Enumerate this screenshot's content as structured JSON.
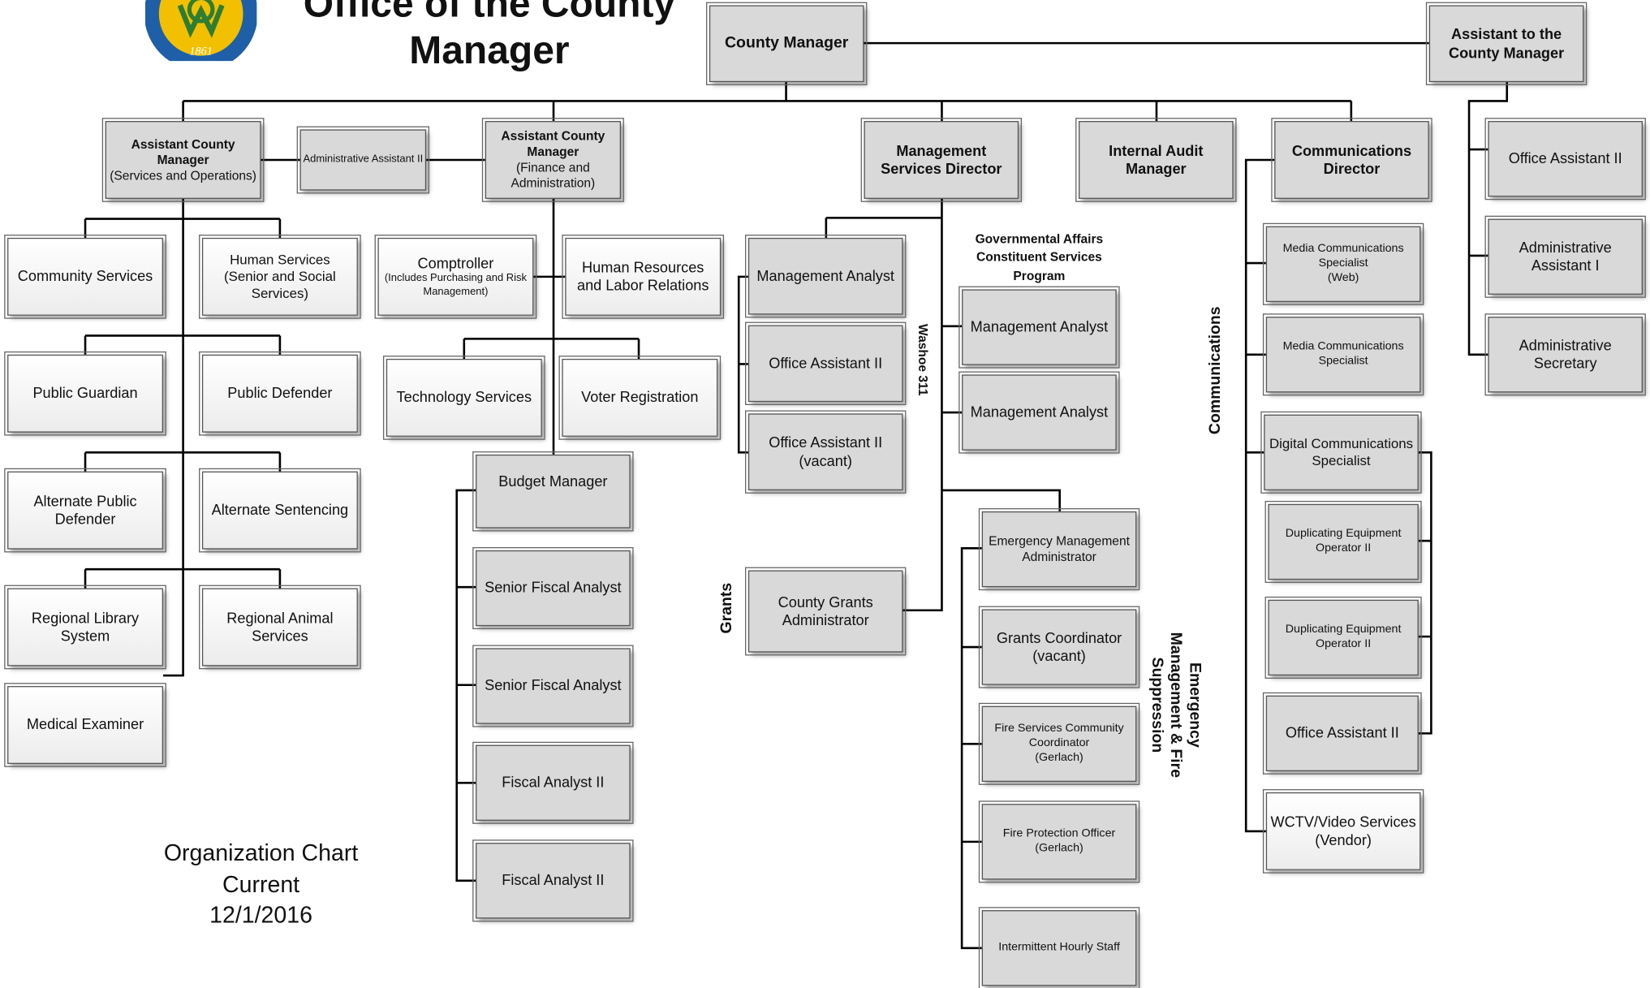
{
  "header": {
    "title": "Office of the County Manager",
    "seal_year": "1861"
  },
  "chart_data": {
    "type": "org-chart",
    "colors": {
      "filled_box": "#d9d9d9",
      "outlined_box": "#f3f3f3",
      "line": "#000000"
    },
    "positions": {
      "county_manager": {
        "title": "County Manager"
      },
      "assistant_to_cm": {
        "title": "Assistant to the County Manager"
      },
      "acm_services": {
        "title": "Assistant County Manager",
        "sub": "(Services and Operations)"
      },
      "admin_asst_ii_acm": {
        "title": "Administrative Assistant II"
      },
      "acm_finance": {
        "title": "Assistant County Manager",
        "sub": "(Finance and Administration)"
      },
      "management_services_director": {
        "title": "Management Services Director"
      },
      "internal_audit_manager": {
        "title": "Internal Audit Manager"
      },
      "communications_director": {
        "title": "Communications Director"
      },
      "community_services": {
        "title": "Community Services"
      },
      "human_services": {
        "title": "Human Services",
        "sub": "(Senior and Social Services)"
      },
      "public_guardian": {
        "title": "Public Guardian"
      },
      "public_defender": {
        "title": "Public Defender"
      },
      "alternate_public_defender": {
        "title": "Alternate Public Defender"
      },
      "alternate_sentencing": {
        "title": "Alternate Sentencing"
      },
      "regional_library_system": {
        "title": "Regional Library System"
      },
      "regional_animal_services": {
        "title": "Regional Animal Services"
      },
      "medical_examiner": {
        "title": "Medical Examiner"
      },
      "comptroller": {
        "title": "Comptroller",
        "sub": "(Includes Purchasing and Risk Management)"
      },
      "human_resources": {
        "title": "Human Resources and Labor Relations"
      },
      "technology_services": {
        "title": "Technology Services"
      },
      "voter_registration": {
        "title": "Voter Registration"
      },
      "budget_manager": {
        "title": "Budget Manager"
      },
      "senior_fiscal_analyst_1": {
        "title": "Senior Fiscal Analyst"
      },
      "senior_fiscal_analyst_2": {
        "title": "Senior Fiscal Analyst"
      },
      "fiscal_analyst_ii_1": {
        "title": "Fiscal Analyst II"
      },
      "fiscal_analyst_ii_2": {
        "title": "Fiscal Analyst II"
      },
      "management_analyst_311": {
        "title": "Management Analyst"
      },
      "office_assistant_ii_311": {
        "title": "Office Assistant II"
      },
      "office_assistant_ii_vacant": {
        "title": "Office Assistant II",
        "sub": "(vacant)"
      },
      "county_grants_administrator": {
        "title": "County Grants Administrator"
      },
      "management_analyst_ga_1": {
        "title": "Management Analyst"
      },
      "management_analyst_ga_2": {
        "title": "Management Analyst"
      },
      "emergency_management_administrator": {
        "title": "Emergency Management Administrator"
      },
      "grants_coordinator": {
        "title": "Grants Coordinator",
        "sub": "(vacant)"
      },
      "fire_services_coordinator": {
        "title": "Fire Services Community Coordinator",
        "sub": "(Gerlach)"
      },
      "fire_protection_officer": {
        "title": "Fire Protection Officer",
        "sub": "(Gerlach)"
      },
      "intermittent_hourly_staff": {
        "title": "Intermittent Hourly Staff"
      },
      "media_comm_specialist_web": {
        "title": "Media Communications Specialist",
        "sub": "(Web)"
      },
      "media_comm_specialist": {
        "title": "Media Communications Specialist"
      },
      "digital_comm_specialist": {
        "title": "Digital Communications Specialist"
      },
      "duplicating_operator_1": {
        "title": "Duplicating Equipment Operator II"
      },
      "duplicating_operator_2": {
        "title": "Duplicating Equipment Operator II"
      },
      "office_assistant_ii_comm": {
        "title": "Office Assistant II"
      },
      "wctv_video_services": {
        "title": "WCTV/Video Services",
        "sub": "(Vendor)"
      },
      "office_assistant_ii_atcm": {
        "title": "Office Assistant II"
      },
      "administrative_assistant_i": {
        "title": "Administrative Assistant I"
      },
      "administrative_secretary": {
        "title": "Administrative Secretary"
      }
    },
    "group_labels": {
      "governmental_affairs": "Governmental Affairs Constituent Services Program",
      "washoe_311": "Washoe 311",
      "grants": "Grants",
      "communications": "Communications",
      "emergency_management": "Emergency Management & Fire Suppression"
    },
    "reporting_lines": [
      [
        "county_manager",
        "assistant_to_cm"
      ],
      [
        "county_manager",
        "acm_services"
      ],
      [
        "county_manager",
        "acm_finance"
      ],
      [
        "county_manager",
        "management_services_director"
      ],
      [
        "county_manager",
        "internal_audit_manager"
      ],
      [
        "county_manager",
        "communications_director"
      ],
      [
        "acm_services",
        "admin_asst_ii_acm"
      ],
      [
        "acm_finance",
        "admin_asst_ii_acm"
      ],
      [
        "acm_services",
        "community_services"
      ],
      [
        "acm_services",
        "human_services"
      ],
      [
        "acm_services",
        "public_guardian"
      ],
      [
        "acm_services",
        "public_defender"
      ],
      [
        "acm_services",
        "alternate_public_defender"
      ],
      [
        "acm_services",
        "alternate_sentencing"
      ],
      [
        "acm_services",
        "regional_library_system"
      ],
      [
        "acm_services",
        "regional_animal_services"
      ],
      [
        "acm_services",
        "medical_examiner"
      ],
      [
        "acm_finance",
        "comptroller"
      ],
      [
        "acm_finance",
        "human_resources"
      ],
      [
        "acm_finance",
        "technology_services"
      ],
      [
        "acm_finance",
        "voter_registration"
      ],
      [
        "acm_finance",
        "budget_manager"
      ],
      [
        "budget_manager",
        "senior_fiscal_analyst_1"
      ],
      [
        "budget_manager",
        "senior_fiscal_analyst_2"
      ],
      [
        "budget_manager",
        "fiscal_analyst_ii_1"
      ],
      [
        "budget_manager",
        "fiscal_analyst_ii_2"
      ],
      [
        "management_services_director",
        "management_analyst_311"
      ],
      [
        "management_analyst_311",
        "office_assistant_ii_311"
      ],
      [
        "management_analyst_311",
        "office_assistant_ii_vacant"
      ],
      [
        "management_services_director",
        "management_analyst_ga_1"
      ],
      [
        "management_services_director",
        "management_analyst_ga_2"
      ],
      [
        "management_services_director",
        "county_grants_administrator"
      ],
      [
        "management_services_director",
        "emergency_management_administrator"
      ],
      [
        "emergency_management_administrator",
        "grants_coordinator"
      ],
      [
        "emergency_management_administrator",
        "fire_services_coordinator"
      ],
      [
        "emergency_management_administrator",
        "fire_protection_officer"
      ],
      [
        "emergency_management_administrator",
        "intermittent_hourly_staff"
      ],
      [
        "communications_director",
        "media_comm_specialist_web"
      ],
      [
        "communications_director",
        "media_comm_specialist"
      ],
      [
        "communications_director",
        "digital_comm_specialist"
      ],
      [
        "communications_director",
        "wctv_video_services"
      ],
      [
        "digital_comm_specialist",
        "duplicating_operator_1"
      ],
      [
        "digital_comm_specialist",
        "duplicating_operator_2"
      ],
      [
        "digital_comm_specialist",
        "office_assistant_ii_comm"
      ],
      [
        "assistant_to_cm",
        "office_assistant_ii_atcm"
      ],
      [
        "assistant_to_cm",
        "administrative_assistant_i"
      ],
      [
        "assistant_to_cm",
        "administrative_secretary"
      ]
    ]
  },
  "footer": {
    "line1": "Organization Chart",
    "line2": "Current",
    "line3": "12/1/2016"
  }
}
